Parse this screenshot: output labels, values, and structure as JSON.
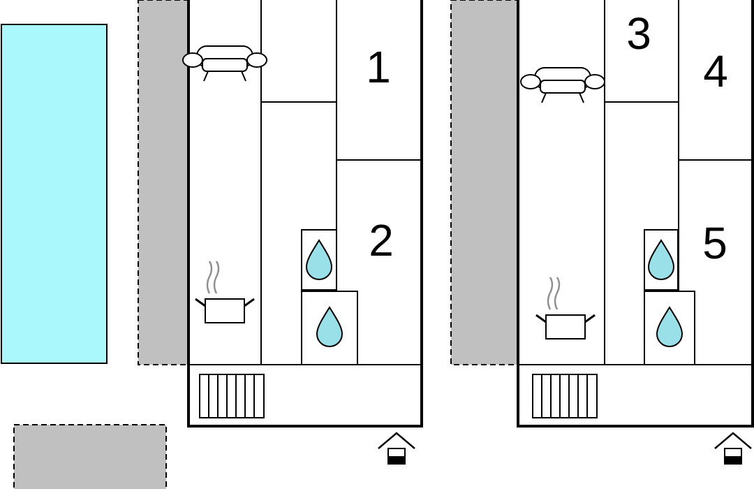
{
  "colors": {
    "pool": "#aaf8fb",
    "terrace": "#c0c0c0",
    "wall": "#000000",
    "water": "#99e0e8",
    "steam": "#909090"
  },
  "rooms": {
    "room1": "1",
    "room2": "2",
    "room3": "3",
    "room4": "4",
    "room5": "5"
  },
  "icons": {
    "pool": "pool-area",
    "terrace": "terrace-area",
    "sofa": "sofa-icon",
    "kitchen": "cooking-pot-icon",
    "bathroom": "water-drop-icon",
    "radiator": "radiator-icon",
    "entrance": "house-entrance-icon"
  }
}
